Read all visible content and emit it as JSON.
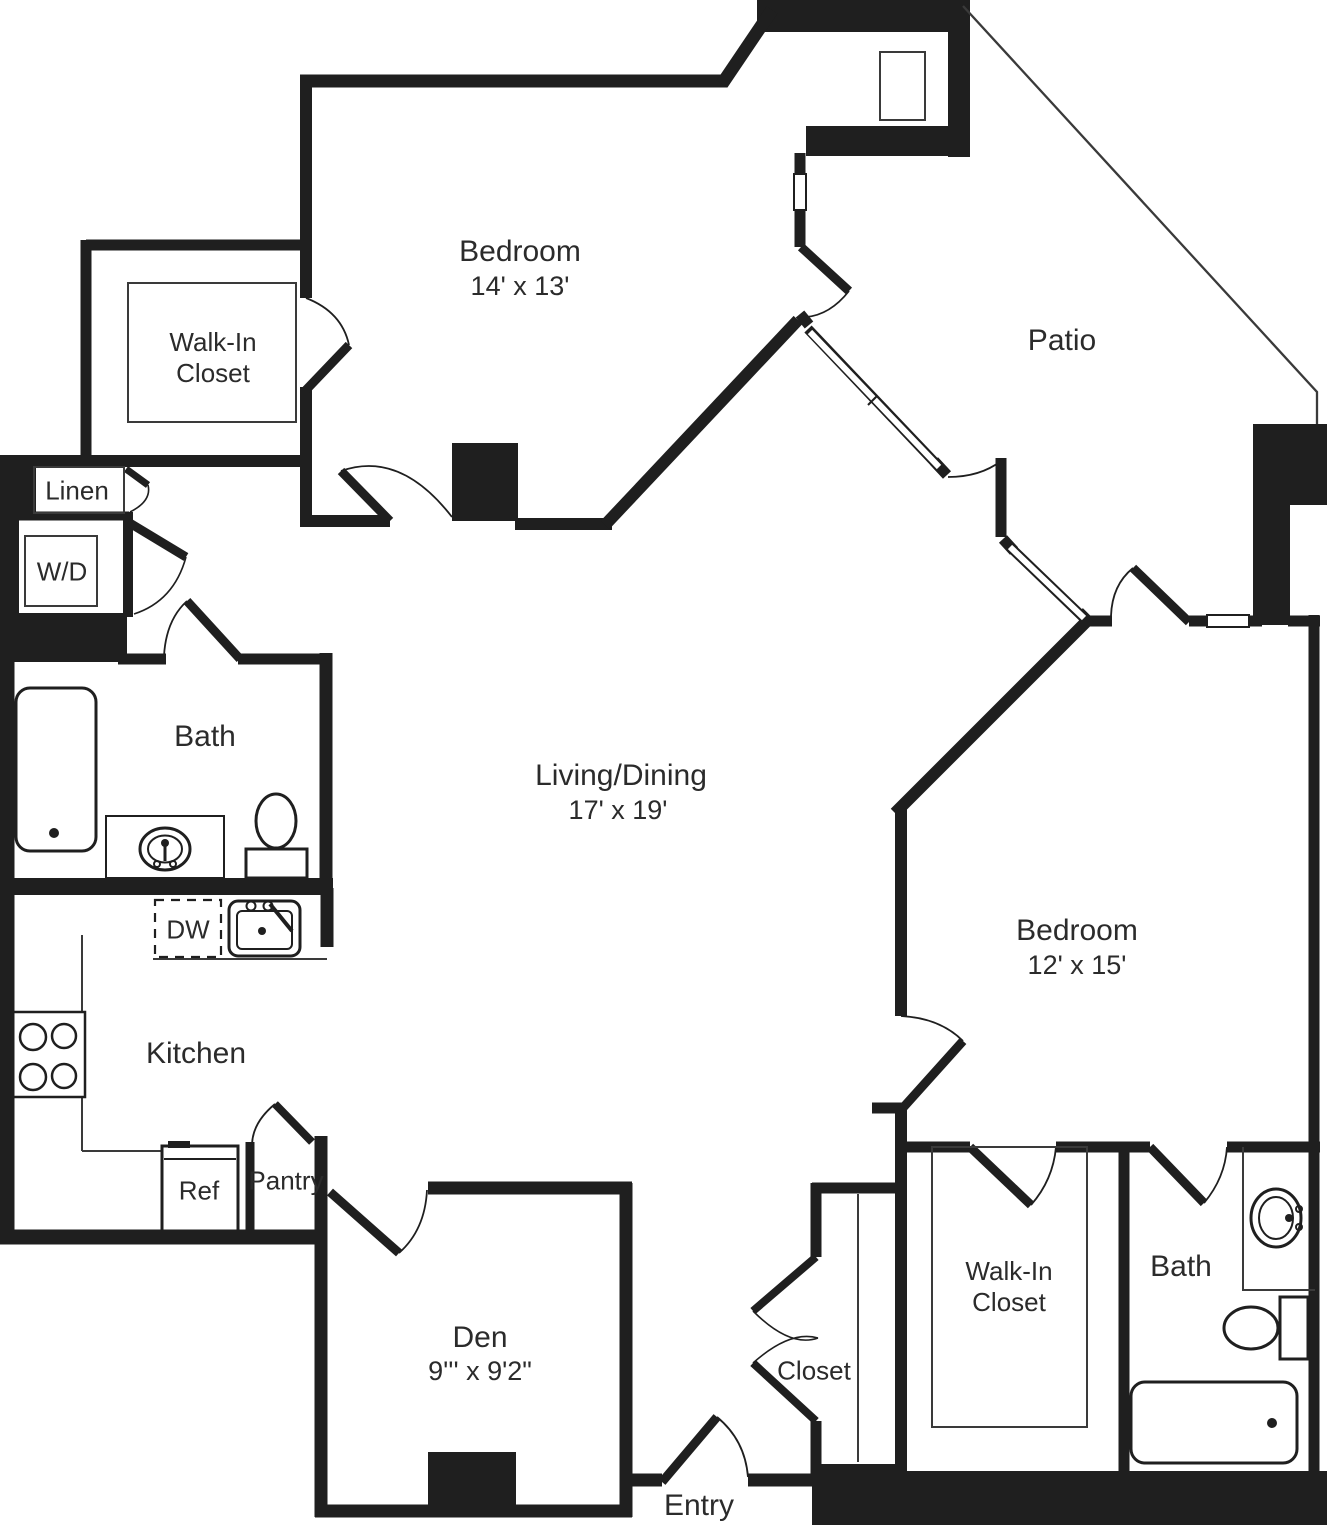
{
  "plan": {
    "wall_color": "#1f1f1f",
    "thin_color": "#3a3a3a",
    "background": "#ffffff",
    "rooms": {
      "bedroom1": {
        "name": "Bedroom",
        "dims": "14' x 13'"
      },
      "walk_in_closet_1": {
        "name": "Walk-In Closet"
      },
      "linen": {
        "name": "Linen"
      },
      "washer_dryer": {
        "name": "W/D"
      },
      "bath1": {
        "name": "Bath"
      },
      "living_dining": {
        "name": "Living/Dining",
        "dims": "17' x 19'"
      },
      "patio": {
        "name": "Patio"
      },
      "bedroom2": {
        "name": "Bedroom",
        "dims": "12' x 15'"
      },
      "kitchen": {
        "name": "Kitchen"
      },
      "dishwasher": {
        "name": "DW"
      },
      "refrigerator": {
        "name": "Ref"
      },
      "pantry": {
        "name": "Pantry"
      },
      "den": {
        "name": "Den",
        "dims": "9''' x 9'2\""
      },
      "hall_closet": {
        "name": "Closet"
      },
      "walk_in_closet_2": {
        "name": "Walk-In Closet"
      },
      "bath2": {
        "name": "Bath"
      },
      "entry": {
        "name": "Entry"
      }
    }
  }
}
